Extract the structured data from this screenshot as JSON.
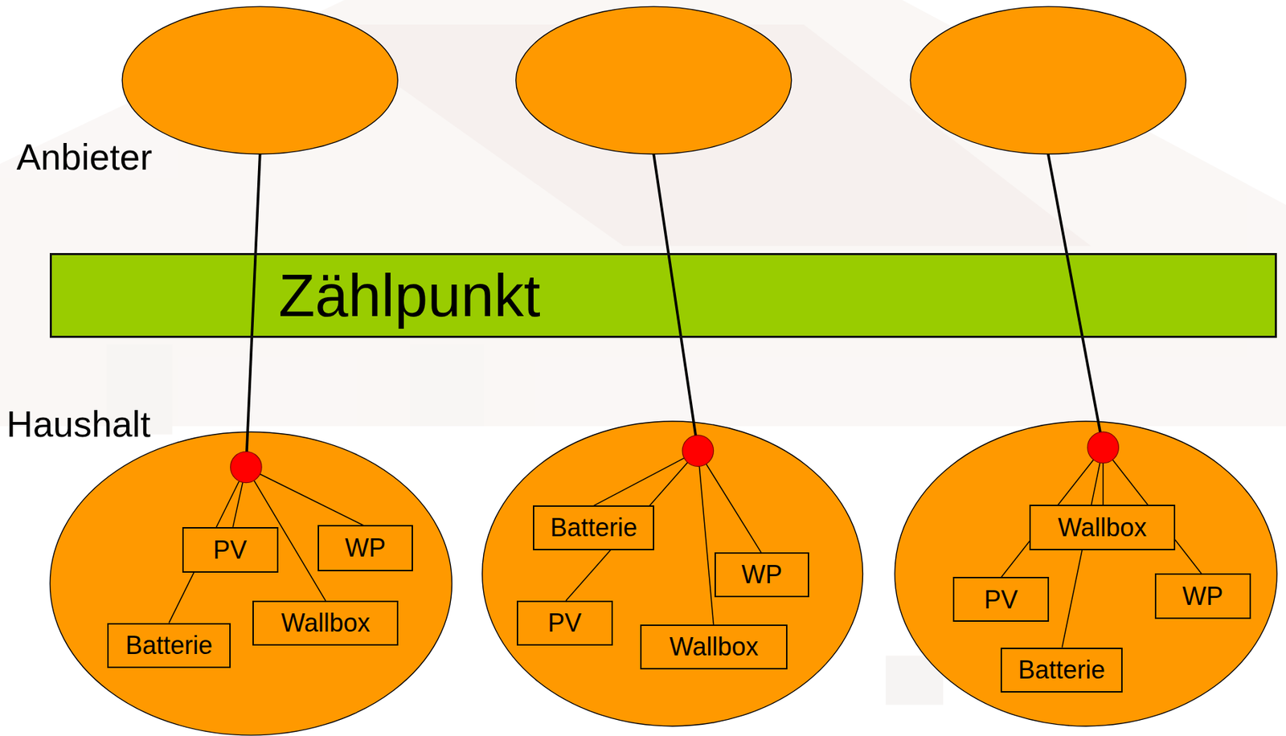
{
  "diagram": {
    "nodes": [
      {
        "text": [
          "Zählpunkt"
        ]
      },
      {
        "text": [
          "PV"
        ]
      },
      {
        "text": [
          "WP"
        ]
      },
      {
        "text": [
          "Wallbox"
        ]
      },
      {
        "text": [
          "Batterie"
        ]
      },
      {
        "text": [
          "Batterie"
        ]
      },
      {
        "text": [
          "WP"
        ]
      },
      {
        "text": [
          "PV"
        ]
      },
      {
        "text": [
          "Wallbox"
        ]
      },
      {
        "text": [
          "Wallbox"
        ]
      },
      {
        "text": [
          "PV"
        ]
      },
      {
        "text": [
          "WP"
        ]
      },
      {
        "text": [
          "Batterie"
        ]
      }
    ],
    "labels": [
      "Anbieter",
      "Haushalt"
    ]
  }
}
